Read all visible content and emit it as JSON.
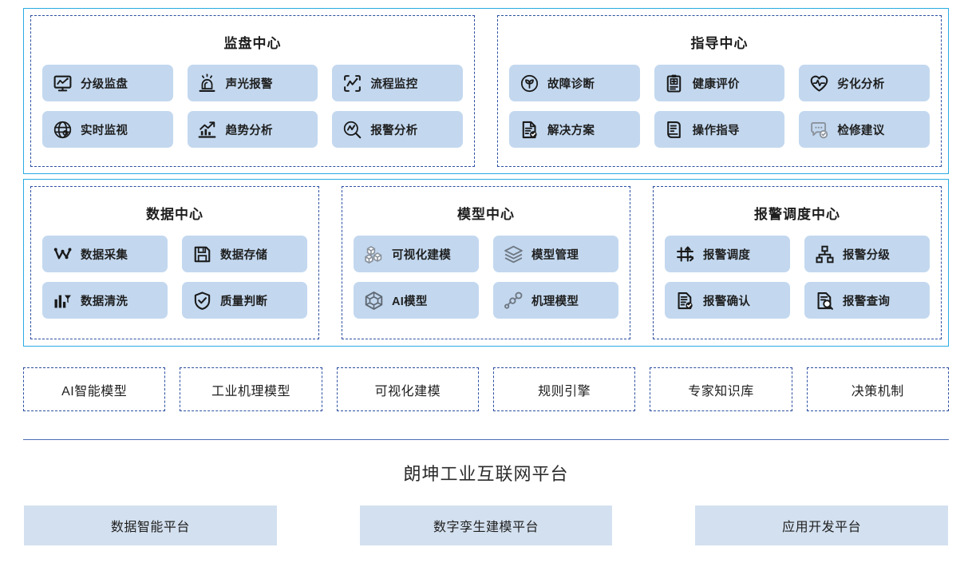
{
  "colors": {
    "band_border": "#29abe2",
    "panel_dash": "#2b4fa0",
    "chip_bg": "#c3d8ef",
    "platform_bar_bg": "#d3e0ef",
    "divider": "#4a6fb5",
    "text": "#1f1f1f"
  },
  "bands": [
    {
      "name": "top",
      "panels": [
        {
          "title": "监盘中心",
          "columns": 3,
          "items": [
            {
              "label": "分级监盘",
              "icon": "monitor-chart-icon"
            },
            {
              "label": "声光报警",
              "icon": "alarm-light-icon"
            },
            {
              "label": "流程监控",
              "icon": "process-monitor-icon"
            },
            {
              "label": "实时监视",
              "icon": "globe-icon"
            },
            {
              "label": "趋势分析",
              "icon": "trend-chart-icon"
            },
            {
              "label": "报警分析",
              "icon": "magnifier-wave-icon"
            }
          ]
        },
        {
          "title": "指导中心",
          "columns": 3,
          "items": [
            {
              "label": "故障诊断",
              "icon": "sprout-circle-icon"
            },
            {
              "label": "健康评价",
              "icon": "clipboard-health-icon"
            },
            {
              "label": "劣化分析",
              "icon": "heart-pulse-icon"
            },
            {
              "label": "解决方案",
              "icon": "document-check-icon"
            },
            {
              "label": "操作指导",
              "icon": "document-lines-icon"
            },
            {
              "label": "检修建议",
              "icon": "chat-check-icon"
            }
          ]
        }
      ]
    },
    {
      "name": "middle",
      "panels": [
        {
          "title": "数据中心",
          "columns": 2,
          "items": [
            {
              "label": "数据采集",
              "icon": "data-collect-node-icon"
            },
            {
              "label": "数据存储",
              "icon": "floppy-save-icon"
            },
            {
              "label": "数据清洗",
              "icon": "bar-filter-icon"
            },
            {
              "label": "质量判断",
              "icon": "shield-check-icon"
            }
          ]
        },
        {
          "title": "模型中心",
          "columns": 2,
          "items": [
            {
              "label": "可视化建模",
              "icon": "cubes-icon"
            },
            {
              "label": "模型管理",
              "icon": "layers-icon"
            },
            {
              "label": "AI模型",
              "icon": "cube-outline-icon"
            },
            {
              "label": "机理模型",
              "icon": "node-graph-icon"
            }
          ]
        },
        {
          "title": "报警调度中心",
          "columns": 2,
          "items": [
            {
              "label": "报警调度",
              "icon": "dispatch-arrows-icon"
            },
            {
              "label": "报警分级",
              "icon": "hierarchy-icon"
            },
            {
              "label": "报警确认",
              "icon": "list-check-icon"
            },
            {
              "label": "报警查询",
              "icon": "document-search-icon"
            }
          ]
        }
      ]
    }
  ],
  "capabilities": [
    "AI智能模型",
    "工业机理模型",
    "可视化建模",
    "规则引擎",
    "专家知识库",
    "决策机制"
  ],
  "platform": {
    "title": "朗坤工业互联网平台",
    "bars": [
      "数据智能平台",
      "数字孪生建模平台",
      "应用开发平台"
    ]
  }
}
